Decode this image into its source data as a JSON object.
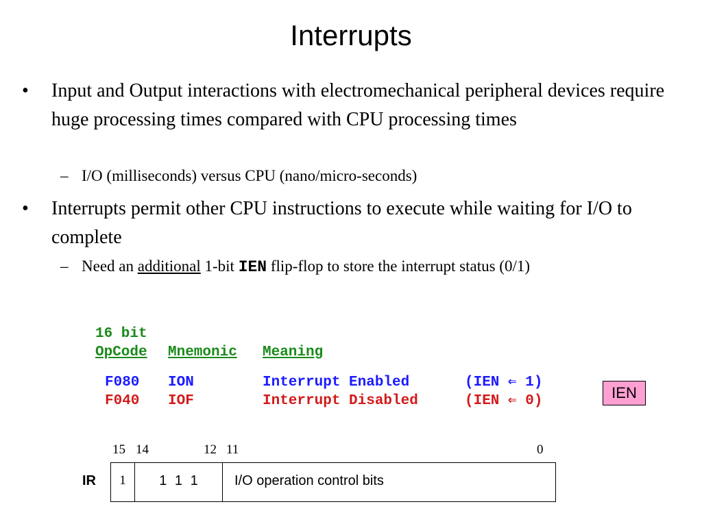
{
  "slide": {
    "title": "Interrupts"
  },
  "bullets": [
    {
      "marker": "•",
      "text": "Input and Output interactions with electromechanical peripheral devices require huge processing times compared with CPU processing times",
      "sub": {
        "marker": "–",
        "text": "I/O (milliseconds) versus CPU (nano/micro-seconds)"
      }
    },
    {
      "marker": "•",
      "text": "Interrupts permit other CPU instructions to execute while waiting for I/O to complete",
      "sub": {
        "marker": "–",
        "prefix": "Need an ",
        "underlined": "additional",
        "middle": " 1-bit ",
        "register": "IEN",
        "suffix": " flip-flop to store the interrupt status (0/1)"
      }
    }
  ],
  "opcode_table": {
    "header_top": "16 bit",
    "headers": [
      "OpCode",
      "Mnemonic",
      "Meaning"
    ],
    "rows": [
      {
        "opcode": "F080",
        "mnemonic": "ION",
        "meaning": "Interrupt Enabled",
        "effect_open": "(IEN ",
        "arrow": "⇐",
        "effect_value": " 1)",
        "color": "#1a1aff"
      },
      {
        "opcode": "F040",
        "mnemonic": "IOF",
        "meaning": "Interrupt Disabled",
        "effect_open": "(IEN ",
        "arrow": "⇐",
        "effect_value": " 0)",
        "color": "#d21a1a"
      }
    ],
    "header_color": "#1a8a1a"
  },
  "ien_box": {
    "label": "IEN",
    "color": "#ff9fd2"
  },
  "instruction_register": {
    "label": "IR",
    "bit_numbers": [
      "15",
      "14",
      "12",
      "11",
      "0"
    ],
    "fields": [
      "1",
      "1 1 1",
      "I/O operation control bits"
    ]
  }
}
